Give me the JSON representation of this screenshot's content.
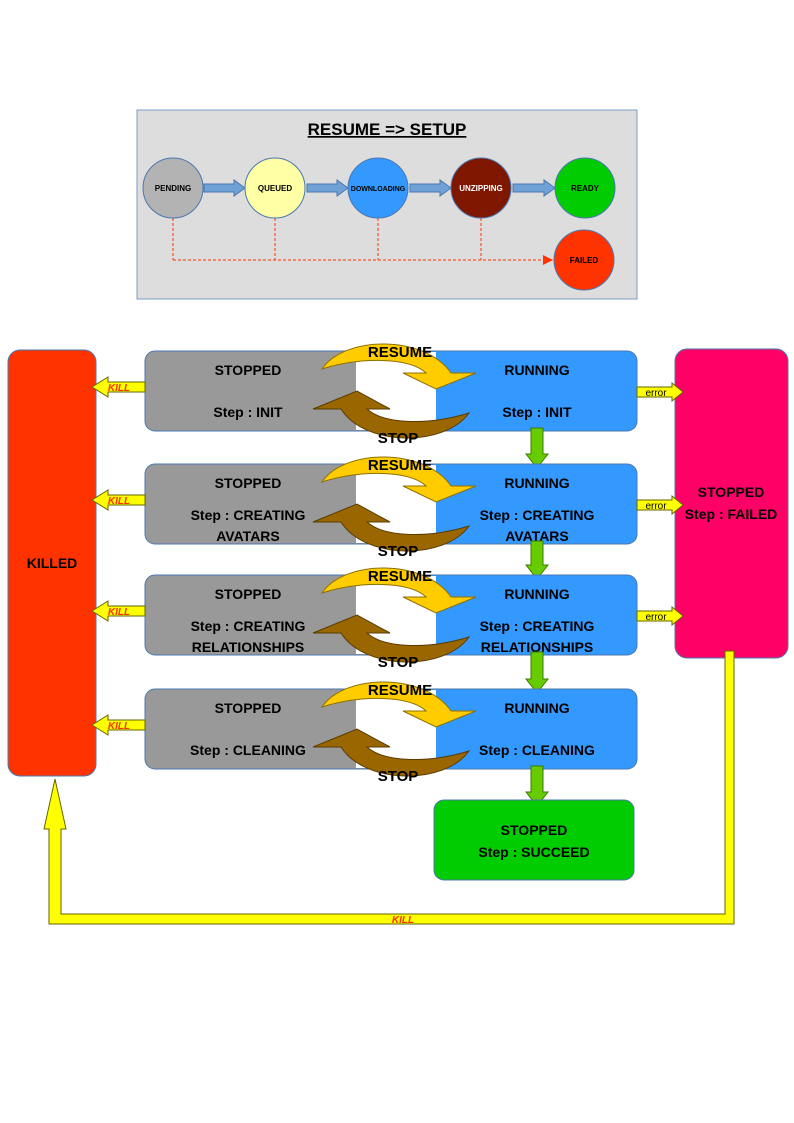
{
  "setup": {
    "title": "RESUME => SETUP",
    "nodes": [
      {
        "label": "PENDING",
        "color": "#b3b3b3",
        "text_color": "#000000"
      },
      {
        "label": "QUEUED",
        "color": "#ffffa6",
        "text_color": "#000000"
      },
      {
        "label": "DOWNLOADING",
        "color": "#3399ff",
        "text_color": "#000000"
      },
      {
        "label": "UNZIPPING",
        "color": "#7f1700",
        "text_color": "#ffffff"
      },
      {
        "label": "READY",
        "color": "#00cc00",
        "text_color": "#000000"
      }
    ],
    "failed": {
      "label": "FAILED",
      "color": "#ff3300"
    }
  },
  "killed": {
    "label": "KILLED",
    "color": "#ff3300"
  },
  "failed_state": {
    "line1": "STOPPED",
    "line2": "Step : FAILED",
    "color": "#ff0066"
  },
  "succeed_state": {
    "line1": "STOPPED",
    "line2": "Step : SUCCEED",
    "color": "#00cc00"
  },
  "rows": [
    {
      "stopped": {
        "title": "STOPPED",
        "step_lines": [
          "Step : INIT"
        ]
      },
      "running": {
        "title": "RUNNING",
        "step_lines": [
          "Step : INIT"
        ]
      },
      "resume": "RESUME",
      "stop": "STOP",
      "kill": "KILL",
      "error": "error"
    },
    {
      "stopped": {
        "title": "STOPPED",
        "step_lines": [
          "Step : CREATING",
          "AVATARS"
        ]
      },
      "running": {
        "title": "RUNNING",
        "step_lines": [
          "Step : CREATING",
          "AVATARS"
        ]
      },
      "resume": "RESUME",
      "stop": "STOP",
      "kill": "KILL",
      "error": "error"
    },
    {
      "stopped": {
        "title": "STOPPED",
        "step_lines": [
          "Step : CREATING",
          "RELATIONSHIPS"
        ]
      },
      "running": {
        "title": "RUNNING",
        "step_lines": [
          "Step : CREATING",
          "RELATIONSHIPS"
        ]
      },
      "resume": "RESUME",
      "stop": "STOP",
      "kill": "KILL",
      "error": "error"
    },
    {
      "stopped": {
        "title": "STOPPED",
        "step_lines": [
          "Step : CLEANING"
        ]
      },
      "running": {
        "title": "RUNNING",
        "step_lines": [
          "Step : CLEANING"
        ]
      },
      "resume": "RESUME",
      "stop": "STOP",
      "kill": "KILL"
    }
  ],
  "bottom_kill": "KILL",
  "colors": {
    "stopped_box": "#999999",
    "running_box": "#3399ff",
    "resume_arrow": "#ffcc00",
    "stop_arrow": "#996600",
    "kill_arrow": "#ffff00",
    "kill_text": "#ff3300",
    "flow_arrow": "#66cc00"
  }
}
